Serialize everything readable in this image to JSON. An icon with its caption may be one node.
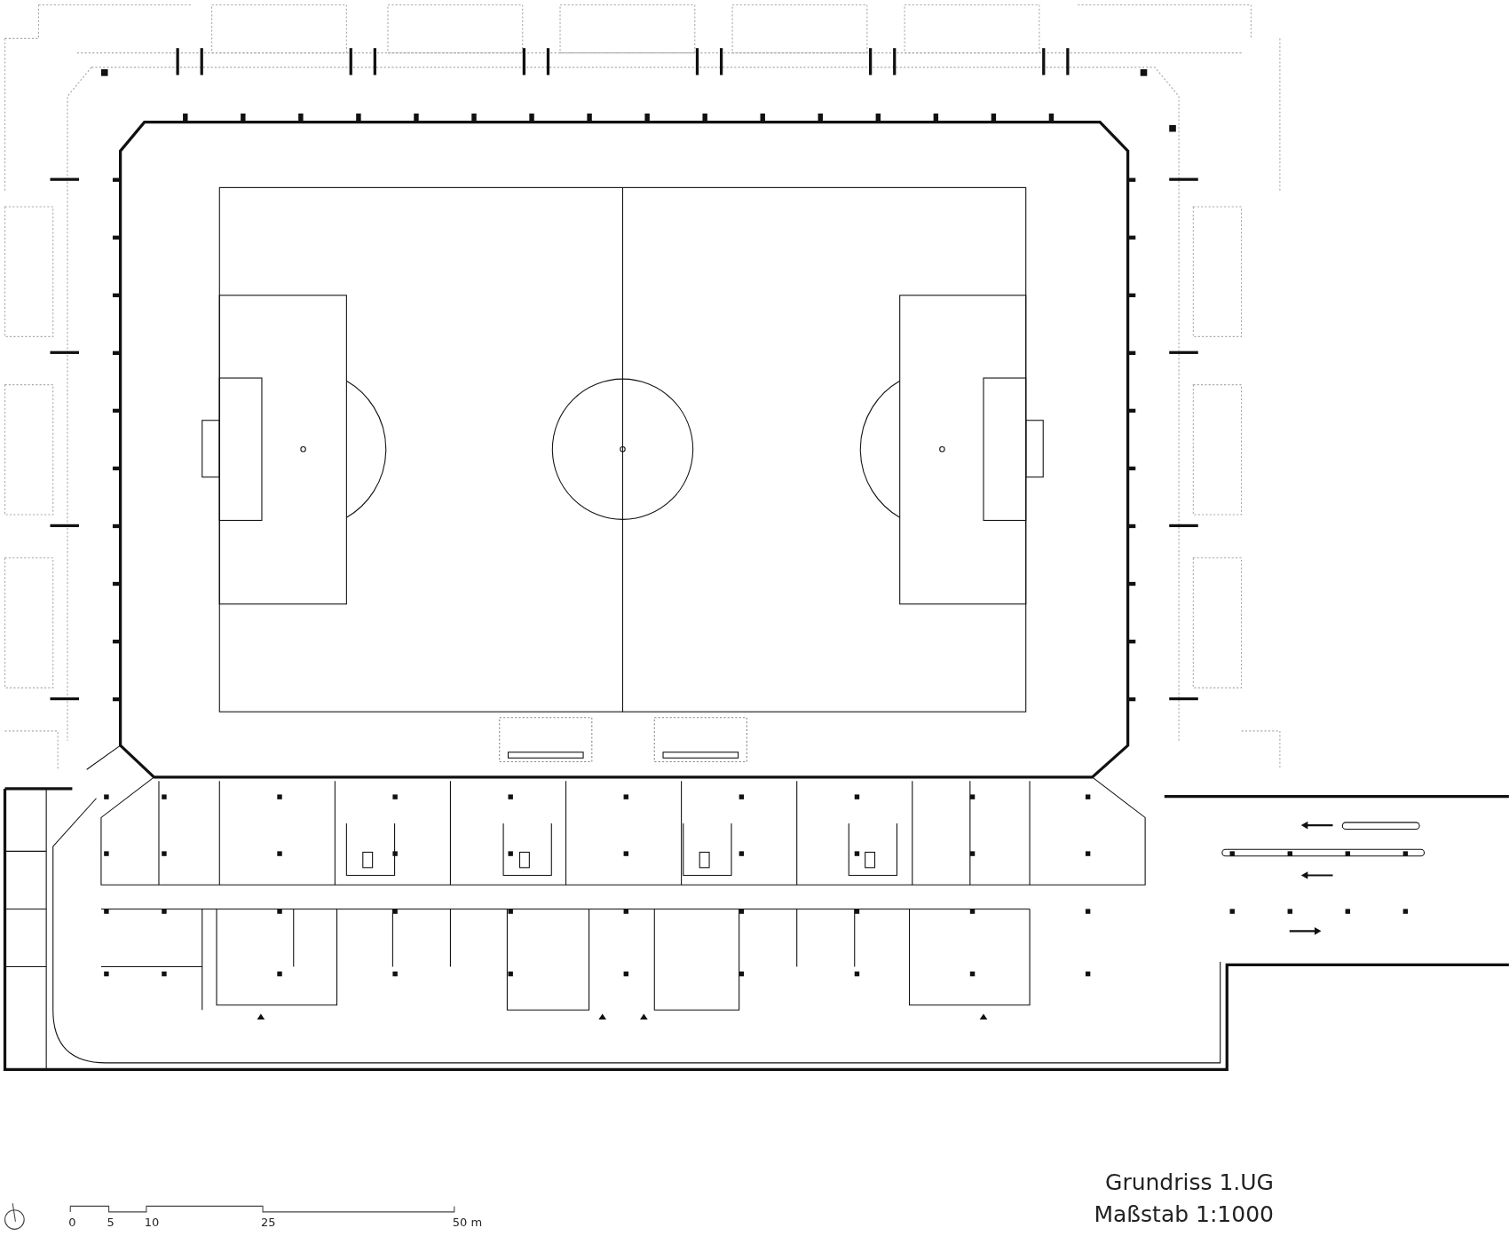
{
  "diagram": {
    "title": "Grundriss 1.UG",
    "caption": "Maßstab 1:1000",
    "labels": [
      "0",
      "5",
      "10",
      "25",
      "50 m"
    ]
  }
}
